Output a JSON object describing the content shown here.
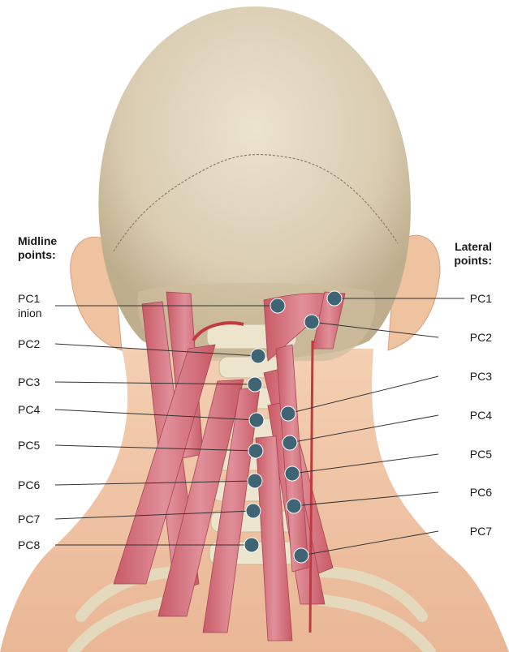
{
  "midline": {
    "heading": "Midline\npoints:",
    "points": [
      {
        "name": "PC1",
        "sub": "inion"
      },
      {
        "name": "PC2"
      },
      {
        "name": "PC3"
      },
      {
        "name": "PC4"
      },
      {
        "name": "PC5"
      },
      {
        "name": "PC6"
      },
      {
        "name": "PC7"
      },
      {
        "name": "PC8"
      }
    ]
  },
  "lateral": {
    "heading": "Lateral\npoints:",
    "points": [
      {
        "name": "PC1"
      },
      {
        "name": "PC2"
      },
      {
        "name": "PC3"
      },
      {
        "name": "PC4"
      },
      {
        "name": "PC5"
      },
      {
        "name": "PC6"
      },
      {
        "name": "PC7"
      }
    ]
  },
  "colors": {
    "skin": "#f2c9a8",
    "skull": "#e0d5bf",
    "muscle": "#d6727a",
    "bone": "#ece4cc",
    "point": "#3f6574",
    "leader": "#333333"
  }
}
